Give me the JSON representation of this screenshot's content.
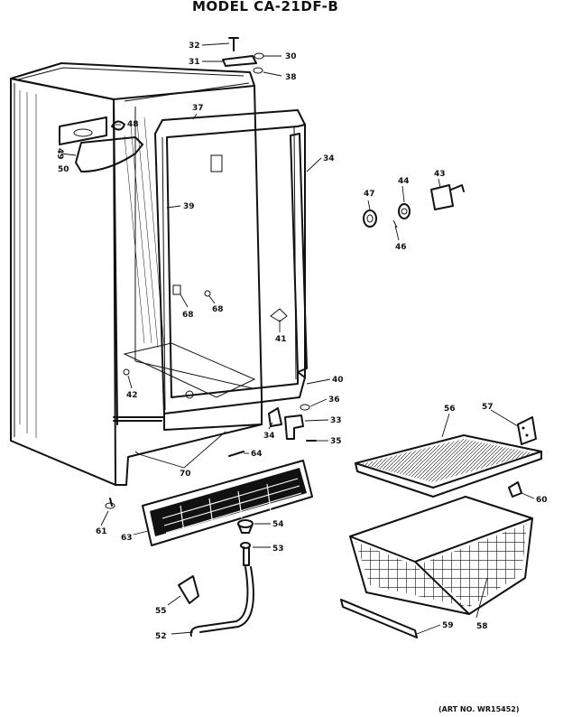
{
  "header": {
    "title": "MODEL CA-21DF-B"
  },
  "footer": {
    "art_number": "(ART NO. WR15452)"
  },
  "callouts": {
    "p32": "32",
    "p31": "31",
    "p30": "30",
    "p38": "38",
    "p37": "37",
    "p48": "48",
    "p49": "49",
    "p50": "50",
    "p34": "34",
    "p39": "39",
    "p47": "47",
    "p44": "44",
    "p43": "43",
    "p46": "46",
    "p68a": "68",
    "p68b": "68",
    "p41": "41",
    "p42": "42",
    "p40": "40",
    "p36": "36",
    "p33": "33",
    "p35": "35",
    "p34b": "34",
    "p64": "64",
    "p70": "70",
    "p56": "56",
    "p57": "57",
    "p60": "60",
    "p61": "61",
    "p63": "63",
    "p54": "54",
    "p53": "53",
    "p55": "55",
    "p52": "52",
    "p58": "58",
    "p59": "59"
  }
}
